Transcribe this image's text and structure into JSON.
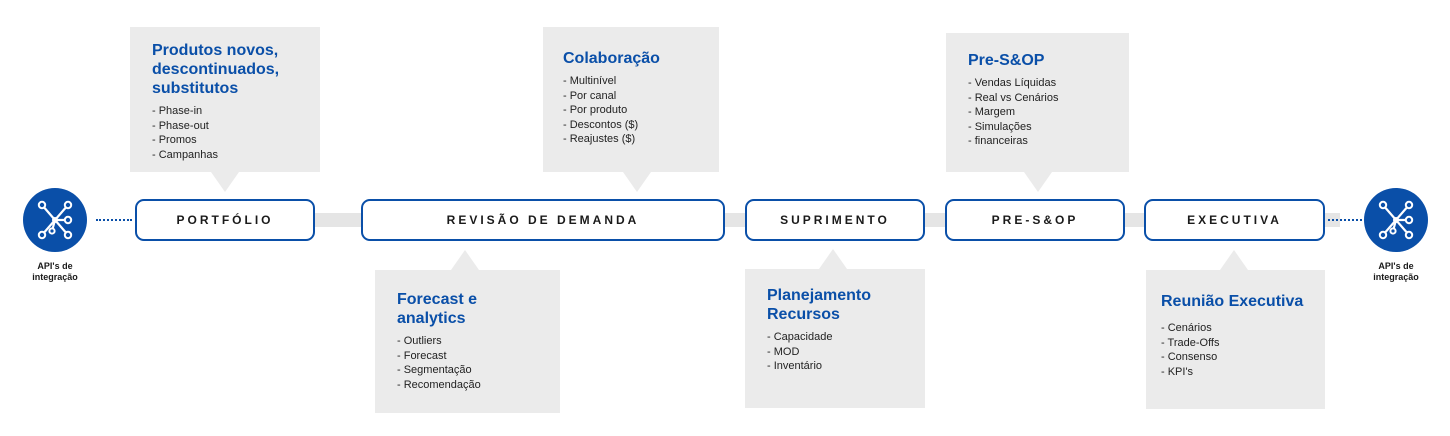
{
  "api_left": {
    "label_line1": "API's de",
    "label_line2": "integração",
    "icon": "network-hub-icon",
    "color": "#0a4fa8"
  },
  "api_right": {
    "label_line1": "API's de",
    "label_line2": "integração",
    "icon": "network-hub-icon",
    "color": "#0a4fa8"
  },
  "stages": {
    "portfolio": "PORTFÓLIO",
    "revisao": "REVISÃO DE DEMANDA",
    "suprimento": "SUPRIMENTO",
    "presop": "PRE-S&OP",
    "executiva": "EXECUTIVA"
  },
  "callouts": {
    "produtos": {
      "title_lines": [
        "Produtos novos,",
        "descontinuados,",
        "substitutos"
      ],
      "items": [
        "- Phase-in",
        "- Phase-out",
        "- Promos",
        "- Campanhas"
      ]
    },
    "colaboracao": {
      "title": "Colaboração",
      "items": [
        "- Multinível",
        "- Por canal",
        "- Por produto",
        "- Descontos ($)",
        "- Reajustes ($)"
      ]
    },
    "presop": {
      "title": "Pre-S&OP",
      "items": [
        "- Vendas Líquidas",
        "- Real vs Cenários",
        "- Margem",
        "- Simulações",
        "- financeiras"
      ]
    },
    "forecast": {
      "title_lines": [
        "Forecast e",
        "analytics"
      ],
      "items": [
        "- Outliers",
        "- Forecast",
        "- Segmentação",
        "- Recomendação"
      ]
    },
    "planejamento": {
      "title_lines": [
        "Planejamento",
        "Recursos"
      ],
      "items": [
        "- Capacidade",
        "- MOD",
        "- Inventário"
      ]
    },
    "reuniao": {
      "title": "Reunião Executiva",
      "items": [
        "- Cenários",
        "- Trade-Offs",
        "- Consenso",
        "- KPI's"
      ]
    }
  },
  "colors": {
    "accent": "#0a4fa8",
    "panel": "#ebebeb",
    "track": "#e5e5e5"
  }
}
